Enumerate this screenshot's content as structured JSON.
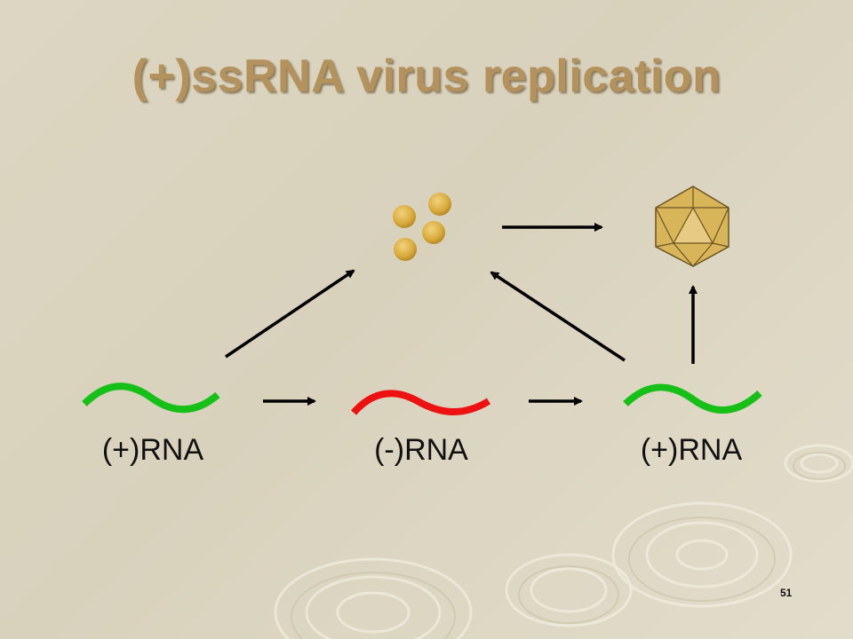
{
  "slide": {
    "title": "(+)ssRNA virus replication",
    "labels": [
      "(+)RNA",
      "(-)RNA",
      "(+)RNA"
    ],
    "page_number": "51"
  },
  "colors": {
    "title": "#b3925e",
    "positive_strand": "#16c016",
    "negative_strand": "#ee1111",
    "protein": "#d8ab3c",
    "capsid": "#d9b55a",
    "arrow": "#000000"
  }
}
